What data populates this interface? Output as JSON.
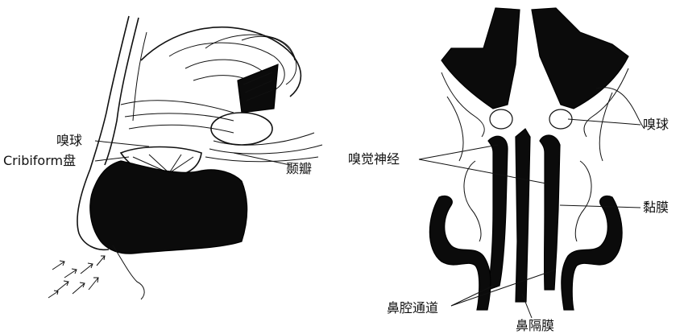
{
  "left_panel": {
    "labels": {
      "olfactory_bulb": "嗅球",
      "cribriform_plate": "Cribiform盘",
      "temporal_lobe": "颞瓣"
    }
  },
  "right_panel": {
    "labels": {
      "olfactory_bulb": "嗅球",
      "olfactory_nerve": "嗅觉神经",
      "mucosa": "黏膜",
      "nasal_passage": "鼻腔通道",
      "nasal_septum": "鼻隔膜"
    }
  },
  "colors": {
    "ink": "#0b0b0b",
    "background": "#ffffff"
  }
}
